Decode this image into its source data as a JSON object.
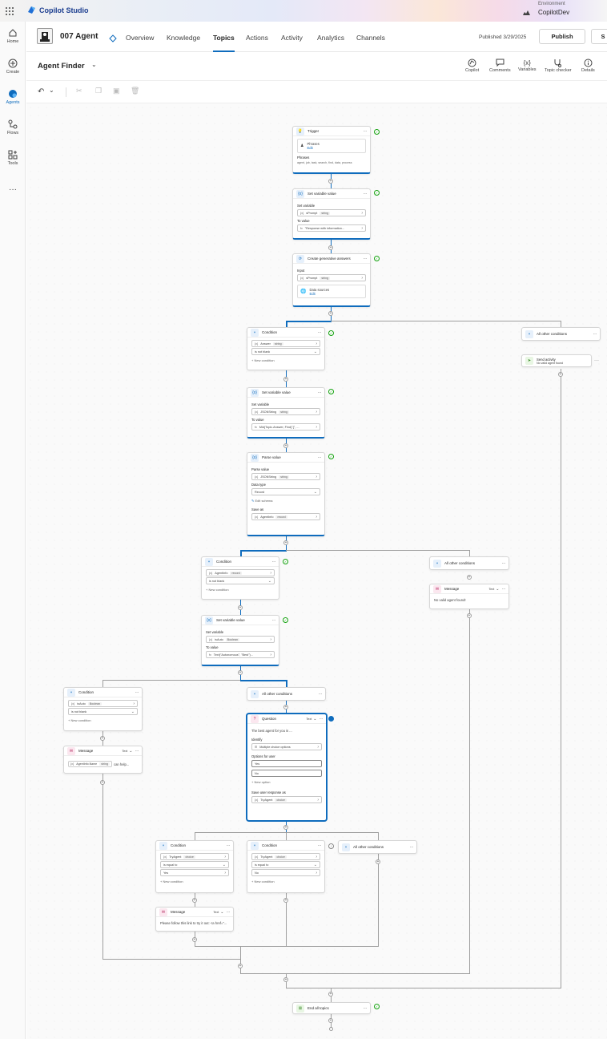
{
  "topbar": {
    "app_name": "Copilot Studio",
    "env_label": "Environment",
    "env_name": "CopilotDev"
  },
  "leftrail": {
    "items": [
      "Home",
      "Create",
      "Agents",
      "Flows",
      "Tools"
    ]
  },
  "agent": {
    "name": "007 Agent"
  },
  "nav": {
    "tabs": [
      "Overview",
      "Knowledge",
      "Topics",
      "Actions",
      "Activity",
      "Analytics",
      "Channels"
    ],
    "active": "Topics"
  },
  "publish": {
    "status": "Published 3/29/2025",
    "button": "Publish",
    "settings_button": "S"
  },
  "topic": {
    "name": "Agent Finder"
  },
  "tools": [
    "Copilot",
    "Comments",
    "Variables",
    "Topic checker",
    "Details"
  ],
  "nodes": {
    "trigger": {
      "title": "Trigger",
      "phrases_card": "Phrases",
      "edit": "Edit",
      "phrases_label": "Phrases",
      "phrases_text": "agent, job, task, search, find, data, process"
    },
    "setvar1": {
      "title": "Set variable value",
      "set_label": "Set variable",
      "var": "sPrompt",
      "type": "string",
      "to_label": "To value",
      "to_value": "\"Response with information..."
    },
    "gen": {
      "title": "Create generative answers",
      "input_label": "Input",
      "var": "sPrompt",
      "type": "string",
      "ds_label": "Data sources",
      "edit": "Edit"
    },
    "cond1": {
      "title": "Condition",
      "var": "Answer",
      "type": "string",
      "op": "is not blank",
      "new": "New condition"
    },
    "other1": {
      "title": "All other conditions"
    },
    "sendact": {
      "title": "Send activity",
      "text": "No valid agent found"
    },
    "setvar2": {
      "title": "Set variable value",
      "set_label": "Set variable",
      "var": "JSONString",
      "type": "string",
      "to_label": "To value",
      "to_value": "Mid(Topic.Answer, Find(\"{\", ..."
    },
    "parse": {
      "title": "Parse value",
      "parse_label": "Parse value",
      "var": "JSONString",
      "type": "string",
      "dt_label": "Data type",
      "dt_value": "Record",
      "edit_schema": "Edit schema",
      "save_label": "Save as",
      "save_var": "AgentInfo",
      "save_type": "record"
    },
    "cond2": {
      "title": "Condition",
      "var": "AgentInfo",
      "type": "record",
      "op": "is not blank",
      "new": "New condition"
    },
    "other2": {
      "title": "All other conditions"
    },
    "msg1": {
      "title": "Message",
      "badge": "Text",
      "text": "No valid agent found!"
    },
    "setvar3": {
      "title": "Set variable value",
      "set_label": "Set variable",
      "var": "isAuto",
      "type": "Boolean",
      "to_label": "To value",
      "to_value": "Text(\"Autonomous\", \"Best\")..."
    },
    "cond3": {
      "title": "Condition",
      "var": "isAuto",
      "type": "Boolean",
      "op": "is not blank",
      "new": "New condition"
    },
    "other3": {
      "title": "All other conditions"
    },
    "msg2": {
      "title": "Message",
      "badge": "Text",
      "var": "AgentInfo.Name",
      "type": "string",
      "suffix": "can help..."
    },
    "question": {
      "title": "Question",
      "badge": "Text",
      "prompt": "The best agent for you is ...",
      "identify_label": "Identify",
      "identify_value": "Multiple choice options",
      "options_label": "Options for user",
      "opt1": "Yes",
      "opt2": "No",
      "new_option": "New option",
      "save_label": "Save user response as",
      "save_var": "TryAgent",
      "save_type": "choice"
    },
    "cond4": {
      "title": "Condition",
      "var": "TryAgent",
      "type": "choice",
      "op": "is equal to",
      "val": "Yes",
      "new": "New condition"
    },
    "cond5": {
      "title": "Condition",
      "var": "TryAgent",
      "type": "choice",
      "op": "is equal to",
      "val": "No",
      "new": "New condition"
    },
    "other4": {
      "title": "All other conditions"
    },
    "msg3": {
      "title": "Message",
      "badge": "Text",
      "text": "Please follow this link to try it out: <a href=\"..."
    },
    "end": {
      "title": "End all topics"
    }
  }
}
